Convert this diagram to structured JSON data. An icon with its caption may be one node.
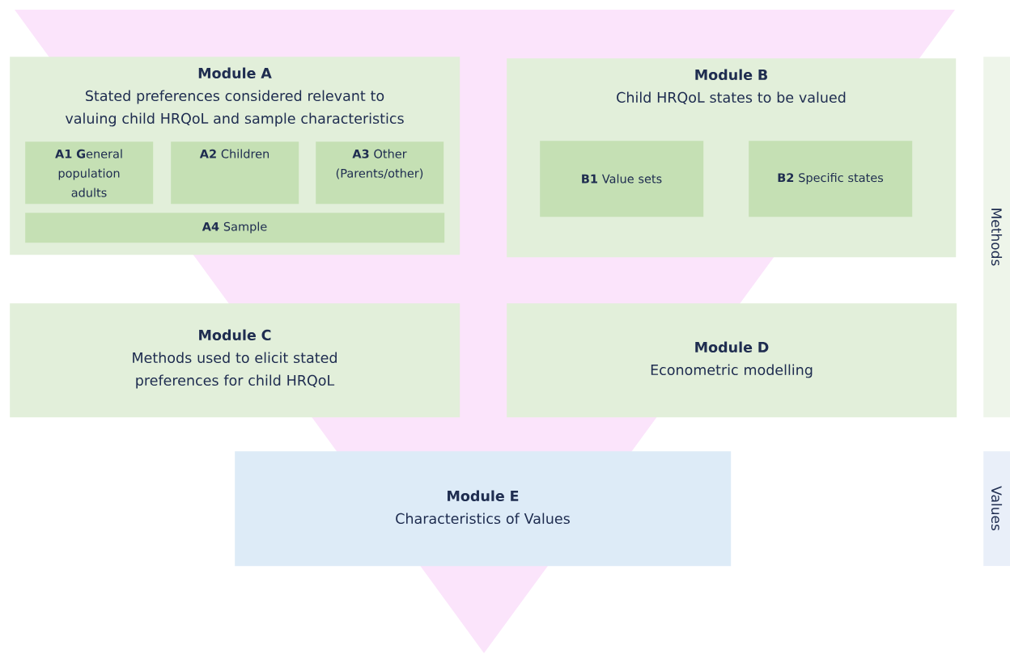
{
  "diagram": {
    "nodes": [
      {
        "text": [
          "Module A",
          "Stated preferences considered relevant to valuing child HRQoL and sample characteristics"
        ]
      },
      {
        "text": [
          "**A1 G**eneral population adults"
        ],
        "in": 0
      },
      {
        "text": [
          "**A2** Children"
        ],
        "in": 0
      },
      {
        "text": [
          "**A3** Other (Parents/other)"
        ],
        "in": 0
      },
      {
        "text": [
          "**A4** Sample"
        ],
        "in": 0
      },
      {
        "text": [
          "Module B",
          "Child HRQoL states to be valued"
        ]
      },
      {
        "text": [
          "**B1** Value sets"
        ],
        "in": 5
      },
      {
        "text": [
          "**B2** Specific states"
        ],
        "in": 5
      },
      {
        "text": [
          "Module C",
          "Methods used to elicit stated preferences for child HRQoL"
        ]
      },
      {
        "text": [
          "Module D",
          "Econometric modelling"
        ]
      },
      {
        "text": [
          "Module E",
          "Characteristics of Values"
        ]
      },
      {
        "text": [
          "Methods"
        ]
      },
      {
        "text": [
          "Values"
        ]
      }
    ],
    "edges": []
  }
}
